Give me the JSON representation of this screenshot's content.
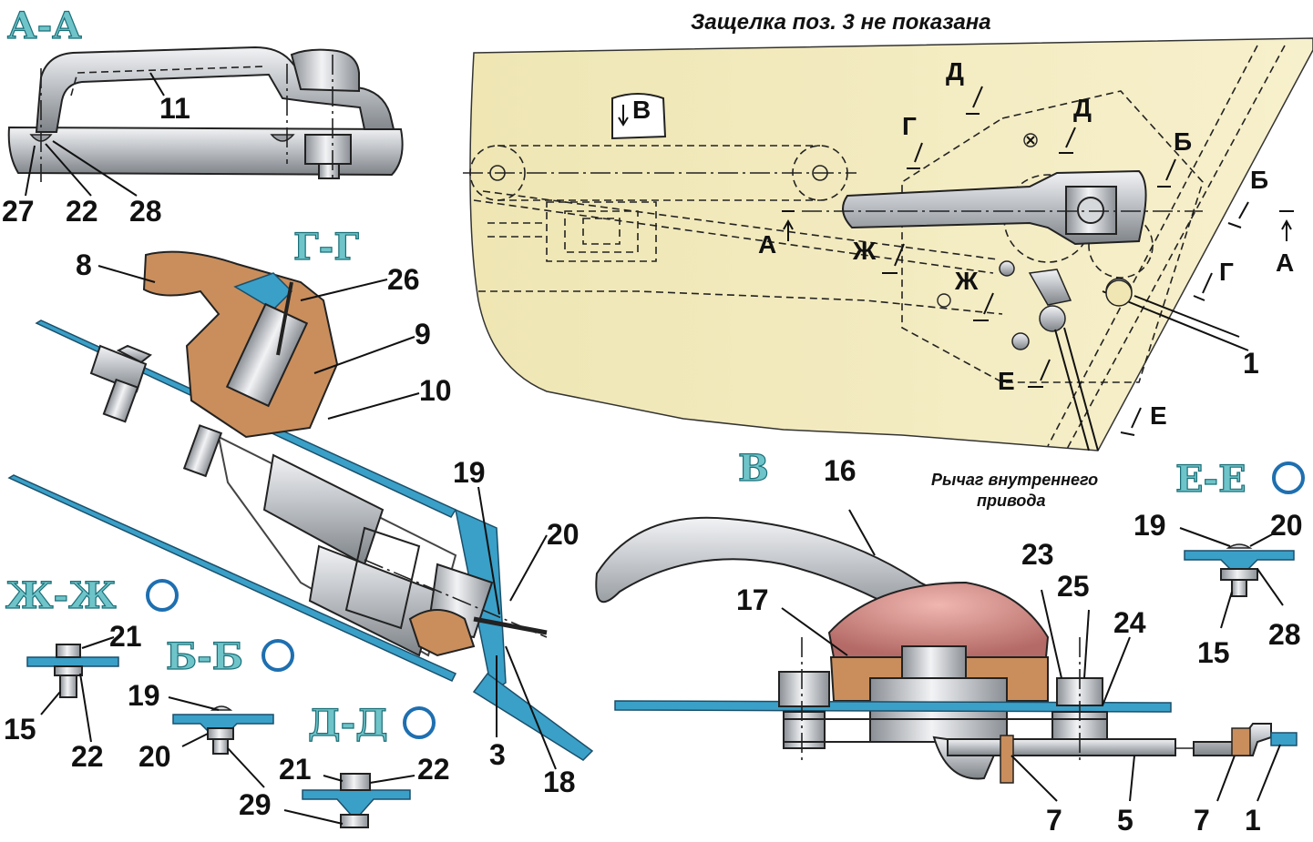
{
  "colors": {
    "panel": "#f2e9b8",
    "metal": "#c9ccd0",
    "seal_blue": "#3aa0c8",
    "plastic_brown": "#c98e5c",
    "knob_pink": "#d38a86",
    "section_letters": "#6fc4c9",
    "rotation_mark": "#1e6fb0"
  },
  "note": "Защелка поз. 3 не показана",
  "lever_caption_line1": "Рычаг внутреннего",
  "lever_caption_line2": "привода",
  "sections": {
    "aa_top": "А-А",
    "gg": "Г-Г",
    "v": "В",
    "ee": "Е-Е",
    "zhzh": "Ж-Ж",
    "bb": "Б-Б",
    "dd": "Д-Д"
  },
  "panel_marks": {
    "v_box": "В",
    "d1": "Д",
    "d2": "Д",
    "g1": "Г",
    "g2": "Г",
    "b1": "Б",
    "b2": "Б",
    "a1": "А",
    "a2": "А",
    "zh1": "Ж",
    "zh2": "Ж",
    "e1": "Е",
    "e2": "Е"
  },
  "numbers": {
    "aa_11": "11",
    "aa_27": "27",
    "aa_22": "22",
    "aa_28": "28",
    "gg_8": "8",
    "gg_26": "26",
    "gg_9": "9",
    "gg_10": "10",
    "gg_19": "19",
    "gg_20": "20",
    "gg_3": "3",
    "gg_18": "18",
    "panel_1": "1",
    "v_16": "16",
    "v_17": "17",
    "v_23": "23",
    "v_25": "25",
    "v_24": "24",
    "v_7a": "7",
    "v_5": "5",
    "v_7b": "7",
    "v_1": "1",
    "ee_19": "19",
    "ee_20": "20",
    "ee_15": "15",
    "ee_28": "28",
    "zh_21": "21",
    "zh_15": "15",
    "zh_22": "22",
    "bb_19": "19",
    "bb_20": "20",
    "bb_29": "29",
    "dd_21": "21",
    "dd_22": "22",
    "dd_29": "29"
  }
}
